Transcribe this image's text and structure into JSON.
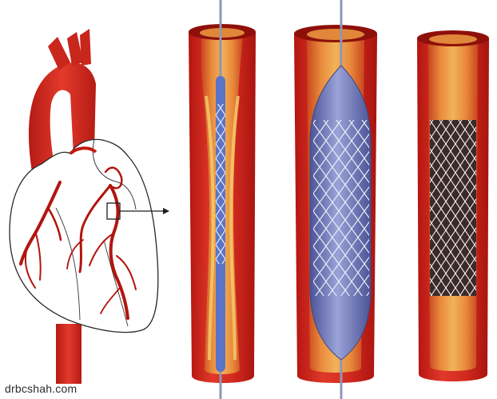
{
  "watermark": {
    "text": "drbcshah.com"
  },
  "colors": {
    "artery_red": "#d62a1e",
    "artery_dark": "#a8140f",
    "vessel_inner": "#e8873a",
    "plaque_yellow": "#f0c45a",
    "balloon_blue": "#7d86c7",
    "guidewire": "#8c98b4",
    "stent_mesh": "#e8eef5",
    "heart_outline": "#2a2a2a"
  },
  "scene": {
    "heart": "heart-outline-with-coronary-arteries",
    "panels": [
      {
        "stage": "catheter-inserted-with-collapsed-stent"
      },
      {
        "stage": "balloon-inflated-stent-expanded"
      },
      {
        "stage": "stent-left-in-place"
      }
    ]
  }
}
